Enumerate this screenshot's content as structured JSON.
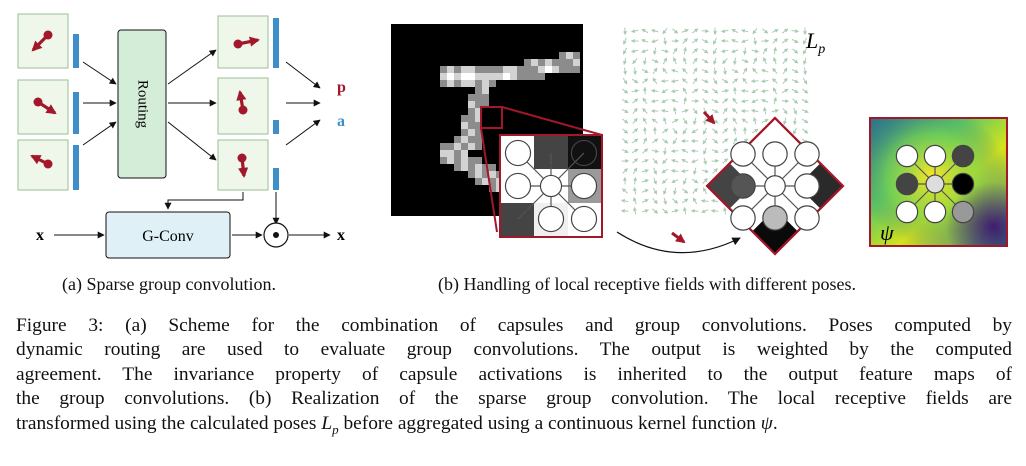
{
  "panel_a": {
    "routing_label": "Routing",
    "gconv_label": "G-Conv",
    "x_in": "x",
    "x_out": "x",
    "p_label": "p",
    "a_label": "a",
    "caption": "(a) Sparse group convolution."
  },
  "panel_b": {
    "lp_label": "L",
    "lp_sub": "p",
    "psi_label": "ψ",
    "caption": "(b) Handling of local receptive fields with different poses."
  },
  "figure_caption": {
    "lines": [
      "Figure 3: (a) Scheme for the combination of capsules and group convolutions. Poses computed by",
      "dynamic routing are used to evaluate group convolutions. The output is weighted by the computed",
      "agreement. The invariance property of capsule activations is inherited to the output feature maps of",
      "the group convolutions. (b) Realization of the sparse group convolution. The local receptive fields are"
    ],
    "last_line_before": "transformed using the calculated poses ",
    "last_line_math_main": "L",
    "last_line_math_sub": "p",
    "last_line_after": " before aggregated using a continuous kernel function ",
    "last_line_psi": "ψ",
    "last_line_end": "."
  },
  "colors": {
    "capsule_fill": "#eef7ea",
    "routing_fill": "#d4edd8",
    "gconv_fill": "#dff0f7",
    "pose_arrow": "#a3172a",
    "activation_bar": "#3d8ec9",
    "frame_red": "#a3172a",
    "grid_arrow": "#a9ccb0"
  }
}
